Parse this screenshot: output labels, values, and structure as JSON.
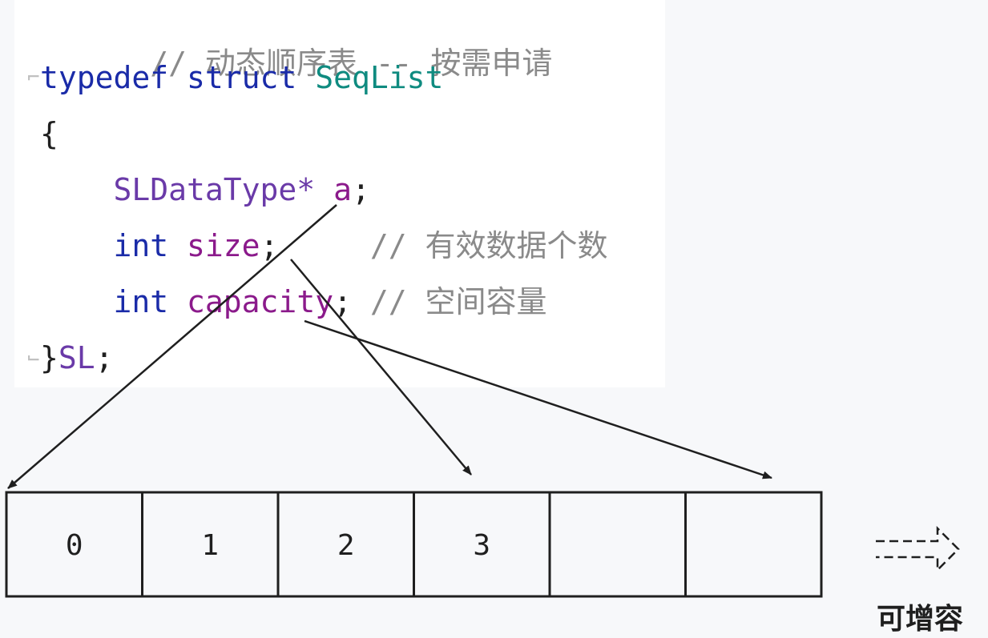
{
  "code": {
    "comment_line": "// 动态顺序表 -- 按需申请",
    "line2": {
      "kw1": "typedef",
      "kw2": "struct",
      "name": "SeqList"
    },
    "open_brace": "{",
    "field_a": {
      "type": "SLDataType*",
      "name": "a",
      "semi": ";"
    },
    "field_size": {
      "type": "int",
      "name": "size",
      "semi": ";",
      "comment": "// 有效数据个数"
    },
    "field_capacity": {
      "type": "int",
      "name": "capacity",
      "semi": ";",
      "comment": "// 空间容量"
    },
    "close": {
      "brace": "}",
      "alias": "SL",
      "semi": ";"
    }
  },
  "array": {
    "cells": [
      "0",
      "1",
      "2",
      "3",
      "",
      ""
    ]
  },
  "grow_label": "可增容",
  "icons": {
    "fold_top": "fold-collapse-icon",
    "fold_bottom": "fold-end-icon",
    "grow_arrow": "dashed-right-arrow-icon"
  },
  "colors": {
    "comment": "#8a8a8a",
    "keyword": "#1a2ba8",
    "type": "#0f8b80",
    "identifier": "#8b1a8b"
  }
}
